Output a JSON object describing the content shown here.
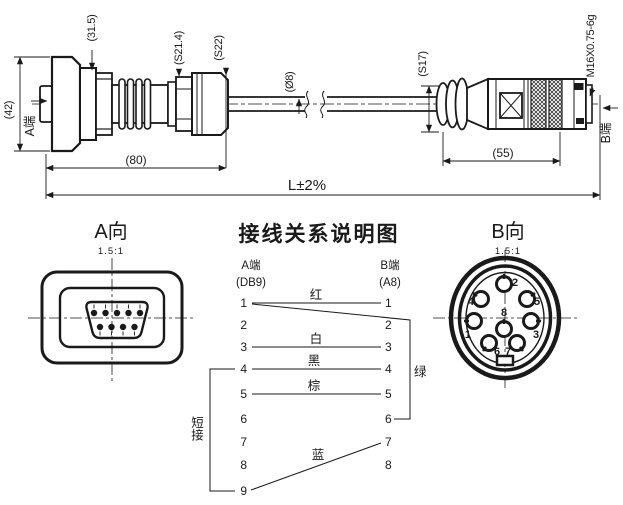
{
  "drawing": {
    "a_end": "A端",
    "b_end": "B端",
    "dim_42": "(42)",
    "dim_31_5": "(31.5)",
    "dim_s21_4": "(S21.4)",
    "dim_s22": "(S22)",
    "dim_o8": "(Ø8)",
    "dim_s17": "(S17)",
    "thread": "M16X0.75-6g",
    "dim_80": "(80)",
    "dim_55": "(55)",
    "dim_length": "L±2%"
  },
  "view_a": {
    "title": "A向",
    "scale": "1.5:1",
    "connector": "DB9"
  },
  "view_b": {
    "title": "B向",
    "scale": "1.5:1",
    "connector": "A8",
    "pin_labels": [
      "1",
      "2",
      "3",
      "4",
      "5",
      "6",
      "7",
      "8"
    ]
  },
  "wiring": {
    "title": "接线关系说明图",
    "a_header": "A端",
    "a_sub": "(DB9)",
    "b_header": "B端",
    "b_sub": "(A8)",
    "a_pins": [
      "1",
      "2",
      "3",
      "4",
      "5",
      "6",
      "7",
      "8",
      "9"
    ],
    "b_pins": [
      "1",
      "2",
      "3",
      "4",
      "5",
      "6",
      "7",
      "8"
    ],
    "connections": [
      {
        "from": "A1",
        "to": "B1",
        "label": "红"
      },
      {
        "from": "A3",
        "to": "B3",
        "label": "白"
      },
      {
        "from": "A4",
        "to": "B4",
        "label": "黑"
      },
      {
        "from": "A5",
        "to": "B5",
        "label": "棕"
      },
      {
        "from": "A1",
        "to": "B6",
        "label": "绿"
      },
      {
        "from": "A9",
        "to": "B7",
        "label": "蓝"
      },
      {
        "from": "A4",
        "to": "A9",
        "label": "短接"
      }
    ]
  },
  "colors": {
    "line": "#1a1a1a",
    "background": "#ffffff"
  }
}
